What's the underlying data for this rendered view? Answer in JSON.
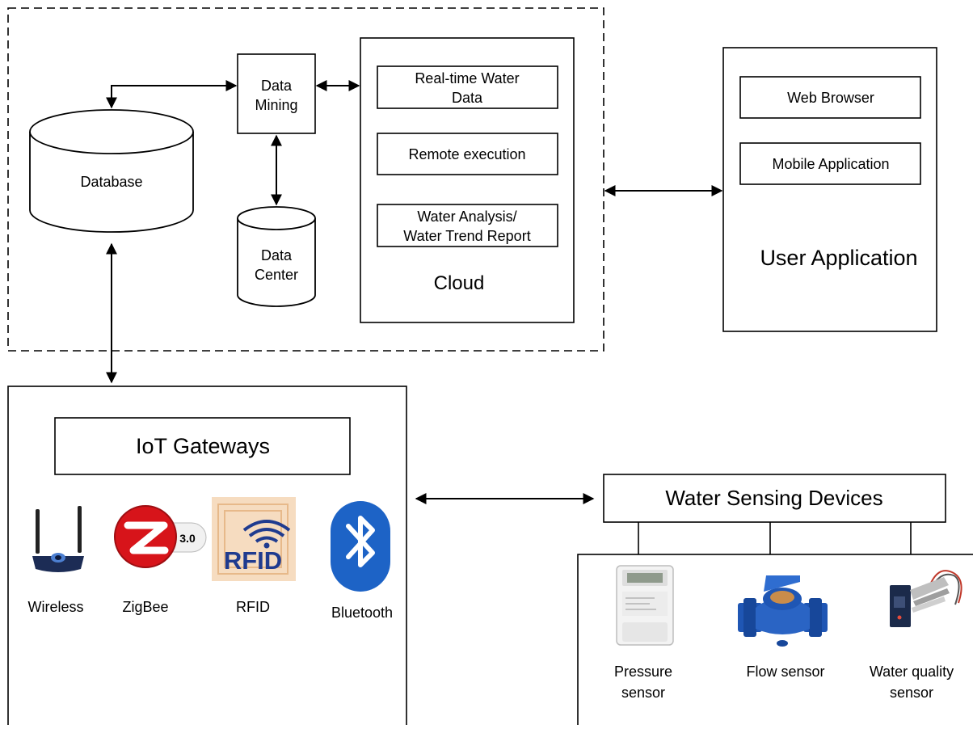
{
  "diagram": {
    "cloud_region": {
      "database_label": "Database",
      "data_mining_line1": "Data",
      "data_mining_line2": "Mining",
      "data_center_line1": "Data",
      "data_center_line2": "Center",
      "cloud_label": "Cloud",
      "cloud_items": [
        {
          "line1": "Real-time Water",
          "line2": "Data"
        },
        {
          "line1": "Remote execution",
          "line2": ""
        },
        {
          "line1": "Water Analysis/",
          "line2": "Water Trend Report"
        }
      ]
    },
    "user_application": {
      "title": "User Application",
      "items": [
        "Web Browser",
        "Mobile Application"
      ]
    },
    "iot_gateways": {
      "title": "IoT Gateways",
      "devices": [
        {
          "label": "Wireless",
          "icon": "wireless-router-icon"
        },
        {
          "label": "ZigBee",
          "icon": "zigbee-icon",
          "badge": "3.0"
        },
        {
          "label": "RFID",
          "icon": "rfid-icon",
          "logo_text": "RFID"
        },
        {
          "label": "Bluetooth",
          "icon": "bluetooth-icon"
        }
      ]
    },
    "water_sensing": {
      "title": "Water Sensing Devices",
      "sensors": [
        {
          "line1": "Pressure",
          "line2": "sensor",
          "icon": "pressure-sensor-icon"
        },
        {
          "line1": "Flow sensor",
          "line2": "",
          "icon": "flow-sensor-icon"
        },
        {
          "line1": "Water quality",
          "line2": "sensor",
          "icon": "water-quality-sensor-icon"
        }
      ]
    },
    "colors": {
      "zigbee_red": "#d7141a",
      "bluetooth_blue": "#1d63c6",
      "rfid_navy": "#1f3b8f",
      "rfid_bg": "#f6dcc0",
      "flow_meter_blue": "#1f56b4"
    }
  }
}
